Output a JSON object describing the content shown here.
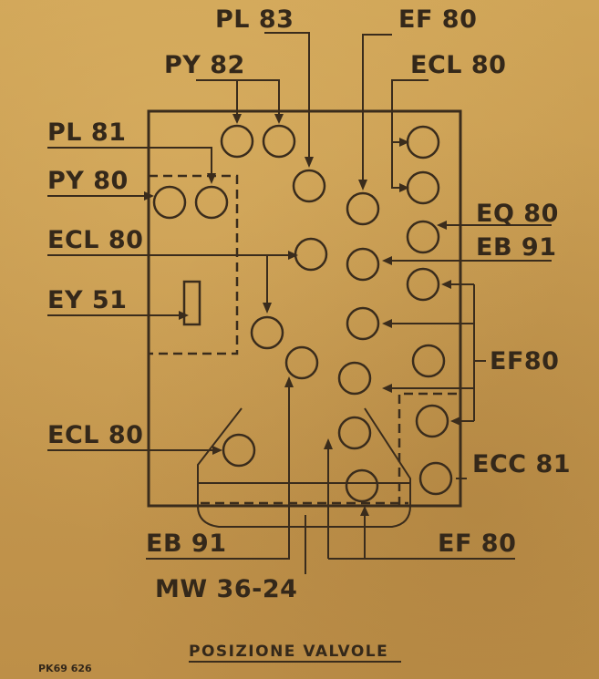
{
  "title": "POSIZIONE VALVOLE",
  "code": "PK69 626",
  "labels": {
    "pl83": "PL 83",
    "ef80_top": "EF 80",
    "py82": "PY 82",
    "ecl80_top_right": "ECL 80",
    "pl81": "PL 81",
    "py80": "PY 80",
    "eq80": "EQ 80",
    "ecl80_left": "ECL 80",
    "eb91_right": "EB 91",
    "ey51": "EY 51",
    "ef80_right": "EF80",
    "ecl80_bottom_left": "ECL 80",
    "ecc81": "ECC 81",
    "eb91_bottom": "EB 91",
    "ef80_bottom": "EF 80",
    "mw36": "MW 36-24"
  }
}
